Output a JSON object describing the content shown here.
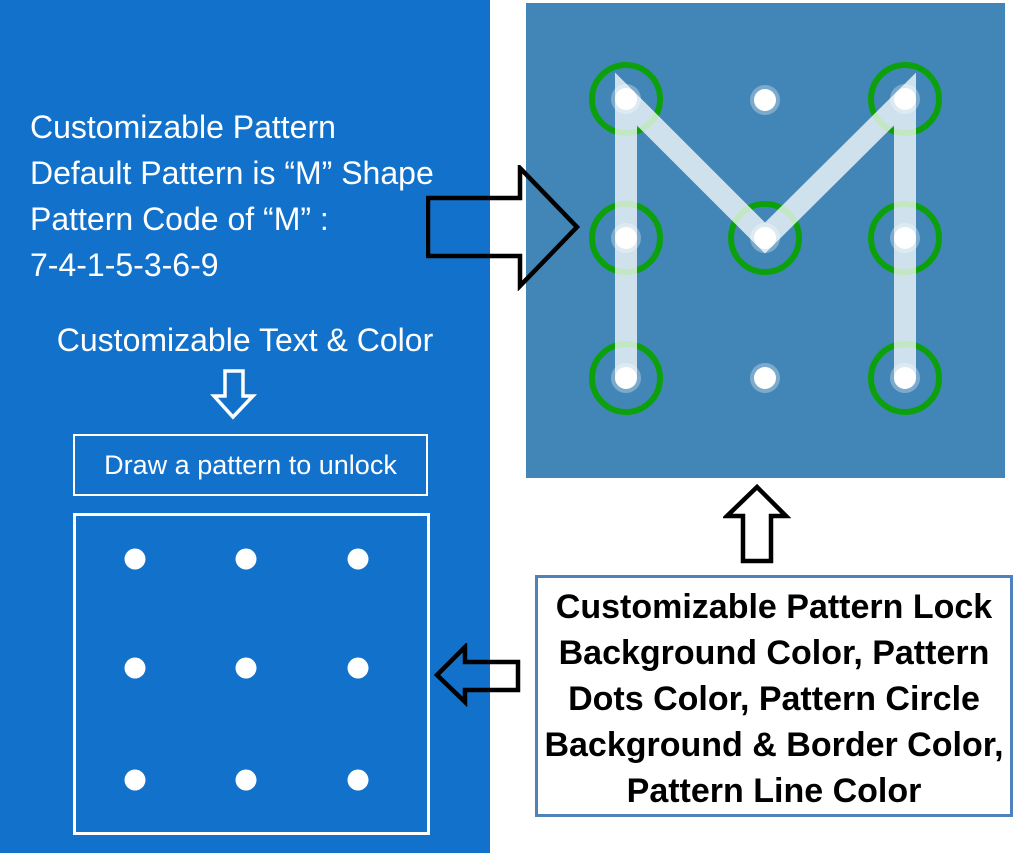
{
  "colors": {
    "page_bg": "#FFFFFF",
    "panel_bg": "#1272CB",
    "pad_bg": "#4286B7",
    "text_white": "#FFFFFF",
    "dot_color": "#FFFFFF",
    "circle_green": "#0DA00D",
    "line_white": "rgba(255,255,255,0.75)",
    "callout_border": "#4F81BD",
    "callout_text": "#000000",
    "arrow_black": "#000000"
  },
  "left_panel": {
    "description_lines": [
      "Customizable Pattern",
      "Default Pattern is “M” Shape",
      "Pattern Code of “M” :",
      "7-4-1-5-3-6-9"
    ],
    "subtitle": "Customizable Text & Color",
    "hint_text": "Draw a pattern to unlock",
    "dot_grid": {
      "rows": 3,
      "cols": 3
    }
  },
  "pattern_lock": {
    "pattern_code": "7-4-1-5-3-6-9",
    "pattern_sequence": [
      7,
      4,
      1,
      5,
      3,
      6,
      9
    ],
    "shape": "M",
    "circled_dots": [
      1,
      3,
      4,
      5,
      6,
      7,
      9
    ],
    "plain_dots": [
      2,
      8
    ],
    "grid": {
      "rows": 3,
      "cols": 3
    }
  },
  "callout_box": {
    "lines": [
      "Customizable Pattern Lock",
      "Background Color, Pattern",
      "Dots Color, Pattern Circle",
      "Background & Border Color,",
      "Pattern Line Color"
    ]
  }
}
